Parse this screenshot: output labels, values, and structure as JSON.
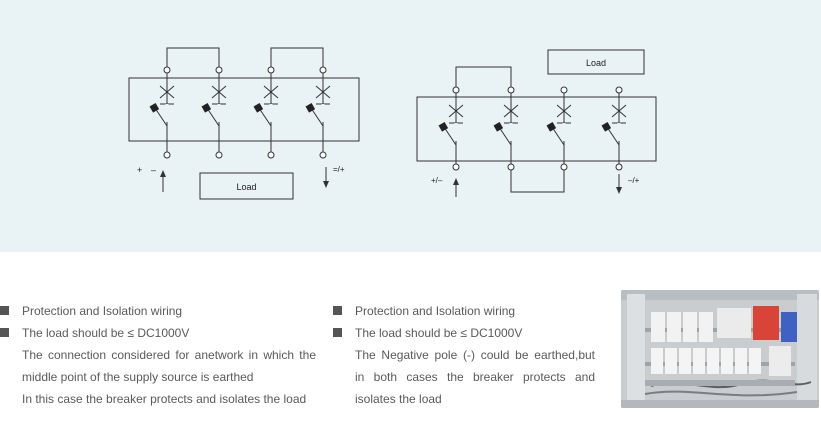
{
  "diagram_left": {
    "load_label": "Load",
    "plus_label": "+",
    "minus_label": "–",
    "out_label": "=/+"
  },
  "diagram_right": {
    "load_label": "Load",
    "in_label": "+/–",
    "out_label": "–/+"
  },
  "text_left": {
    "bullets": [
      "Protection and Isolation wiring",
      "The load should be ≤ DC1000V"
    ],
    "lines": [
      "The connection considered for anetwork in which the",
      "middle point of the supply source is earthed",
      "In this case the breaker protects and isolates the load"
    ]
  },
  "text_right": {
    "bullets": [
      "Protection and Isolation wiring",
      "The load should be ≤ DC1000V"
    ],
    "lines": [
      "The Negative pole (-) could be earthed,but",
      "in both cases the breaker protects and",
      "isolates the load"
    ]
  },
  "photo": {
    "icon": "electrical-cabinet-photo",
    "colors": {
      "cabinet": "#cfd3d6",
      "breaker": "#ffffff",
      "accent_red": "#e0443a",
      "accent_blue": "#3a5fbf"
    }
  }
}
